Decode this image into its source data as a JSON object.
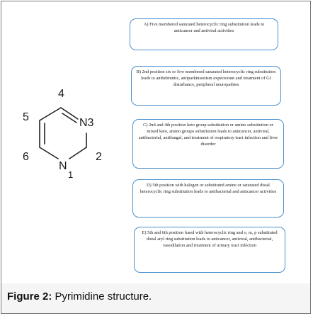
{
  "molecule": {
    "atoms": {
      "c4": "4",
      "c5": "5",
      "n3": "N3",
      "c6": "6",
      "c2": "2",
      "n1": "N",
      "n1_index": "1"
    }
  },
  "boxes": [
    "A) Five membered saturated heterocyclic ring substitution leads to anticancer and antiviral activities",
    "B) 2nd position six or five membered saturated heterocyclic ring substitution leads to anthelmintic, antiparkinsonism expectorant and treatment of GI disturbance, peripheral neuropathies",
    "C) 2nd and 4th position keto group substitution or amino substitution or mixed keto, amino groups substitution leads to anticancer, antiviral, antibacterial, antifungal, and treatment of respiratory tract infection and liver disorder",
    "D) 5th position with halogen or substituted amine or saturated distal heterocyclic ring substitution leads to antibacterial and anticancer activities",
    "E) 5th and 6th position fused with heterocyclic ring and o, m, p substituted distal aryl ring substitution leads to anticancer, antiviral, antibacterial, vasodilation and treatment of urinary tract infection"
  ],
  "caption": {
    "label": "Figure 2:",
    "text": " Pyrimidine structure."
  }
}
